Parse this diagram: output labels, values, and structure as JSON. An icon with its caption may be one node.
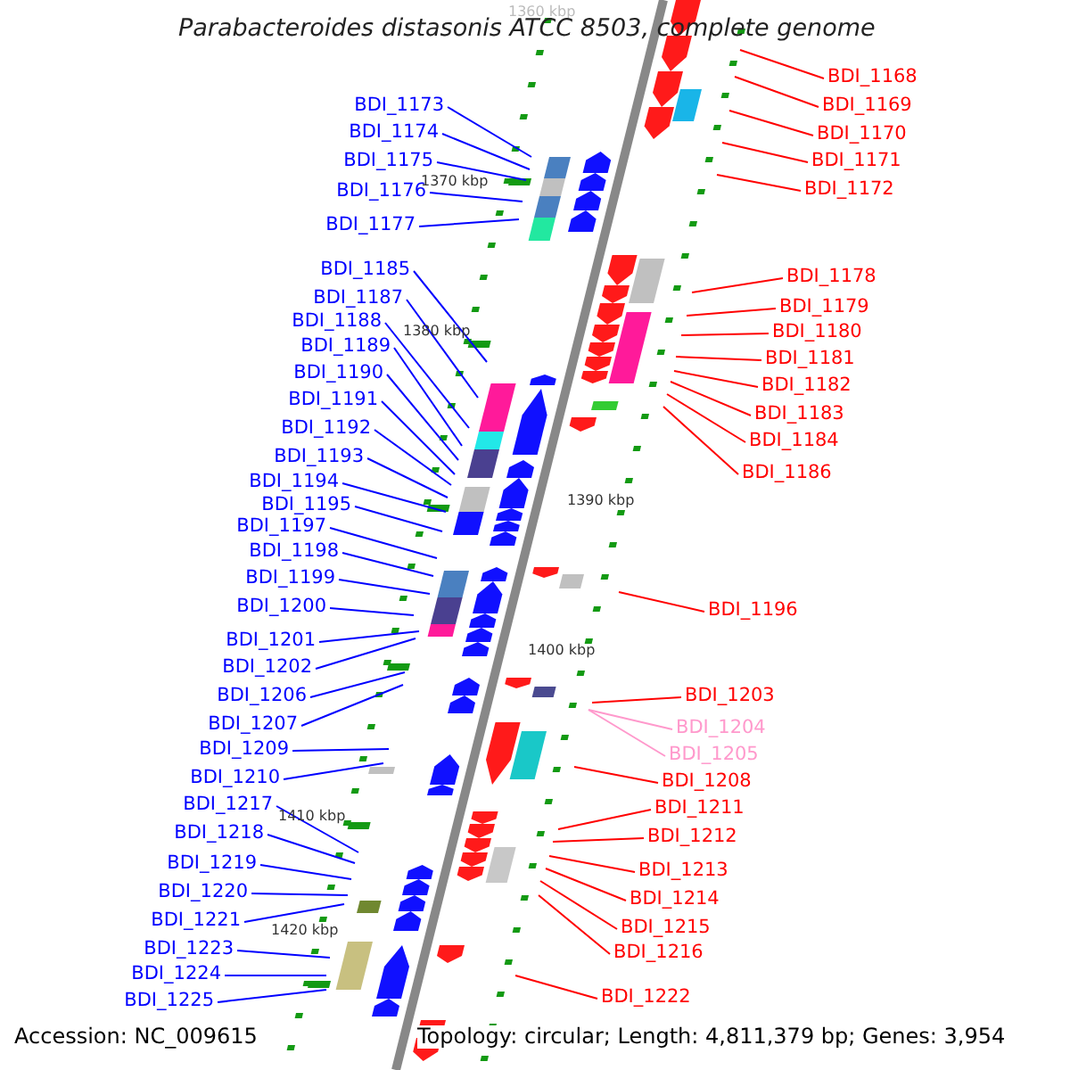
{
  "diagram": {
    "title": "Parabacteroides distasonis ATCC 8503, complete genome",
    "nodes": [
      {
        "text": [
          "BDI_1173"
        ]
      },
      {
        "text": [
          "BDI_1174"
        ]
      },
      {
        "text": [
          "BDI_1175"
        ]
      },
      {
        "text": [
          "BDI_1176"
        ]
      },
      {
        "text": [
          "BDI_1177"
        ]
      },
      {
        "text": [
          "BDI_1185"
        ]
      },
      {
        "text": [
          "BDI_1187"
        ]
      },
      {
        "text": [
          "BDI_1188"
        ]
      },
      {
        "text": [
          "BDI_1189"
        ]
      },
      {
        "text": [
          "BDI_1190"
        ]
      },
      {
        "text": [
          "BDI_1191"
        ]
      },
      {
        "text": [
          "BDI_1192"
        ]
      },
      {
        "text": [
          "BDI_1193"
        ]
      },
      {
        "text": [
          "BDI_1194"
        ]
      },
      {
        "text": [
          "BDI_1195"
        ]
      },
      {
        "text": [
          "BDI_1197"
        ]
      },
      {
        "text": [
          "BDI_1198"
        ]
      },
      {
        "text": [
          "BDI_1199"
        ]
      },
      {
        "text": [
          "BDI_1200"
        ]
      },
      {
        "text": [
          "BDI_1201"
        ]
      },
      {
        "text": [
          "BDI_1202"
        ]
      },
      {
        "text": [
          "BDI_1206"
        ]
      },
      {
        "text": [
          "BDI_1207"
        ]
      },
      {
        "text": [
          "BDI_1209"
        ]
      },
      {
        "text": [
          "BDI_1210"
        ]
      },
      {
        "text": [
          "BDI_1217"
        ]
      },
      {
        "text": [
          "BDI_1218"
        ]
      },
      {
        "text": [
          "BDI_1219"
        ]
      },
      {
        "text": [
          "BDI_1220"
        ]
      },
      {
        "text": [
          "BDI_1221"
        ]
      },
      {
        "text": [
          "BDI_1223"
        ]
      },
      {
        "text": [
          "BDI_1224"
        ]
      },
      {
        "text": [
          "BDI_1225"
        ]
      },
      {
        "text": [
          "BDI_1168"
        ]
      },
      {
        "text": [
          "BDI_1169"
        ]
      },
      {
        "text": [
          "BDI_1170"
        ]
      },
      {
        "text": [
          "BDI_1171"
        ]
      },
      {
        "text": [
          "BDI_1172"
        ]
      },
      {
        "text": [
          "BDI_1178"
        ]
      },
      {
        "text": [
          "BDI_1179"
        ]
      },
      {
        "text": [
          "BDI_1180"
        ]
      },
      {
        "text": [
          "BDI_1181"
        ]
      },
      {
        "text": [
          "BDI_1182"
        ]
      },
      {
        "text": [
          "BDI_1183"
        ]
      },
      {
        "text": [
          "BDI_1184"
        ]
      },
      {
        "text": [
          "BDI_1186"
        ]
      },
      {
        "text": [
          "BDI_1196"
        ]
      },
      {
        "text": [
          "BDI_1203"
        ]
      },
      {
        "text": [
          "BDI_1204"
        ]
      },
      {
        "text": [
          "BDI_1205"
        ]
      },
      {
        "text": [
          "BDI_1208"
        ]
      },
      {
        "text": [
          "BDI_1211"
        ]
      },
      {
        "text": [
          "BDI_1212"
        ]
      },
      {
        "text": [
          "BDI_1213"
        ]
      },
      {
        "text": [
          "BDI_1214"
        ]
      },
      {
        "text": [
          "BDI_1215"
        ]
      },
      {
        "text": [
          "BDI_1216"
        ]
      },
      {
        "text": [
          "BDI_1222"
        ]
      }
    ],
    "edges": [
      {
        "from": 0,
        "to": null,
        "arrow": "none"
      },
      {
        "from": 1,
        "to": null,
        "arrow": "none"
      },
      {
        "from": 2,
        "to": null,
        "arrow": "none"
      },
      {
        "from": 3,
        "to": null,
        "arrow": "none"
      },
      {
        "from": 4,
        "to": null,
        "arrow": "none"
      },
      {
        "from": 5,
        "to": null,
        "arrow": "none"
      },
      {
        "from": 6,
        "to": null,
        "arrow": "none"
      },
      {
        "from": 7,
        "to": null,
        "arrow": "none"
      },
      {
        "from": 8,
        "to": null,
        "arrow": "none"
      },
      {
        "from": 9,
        "to": null,
        "arrow": "none"
      },
      {
        "from": 10,
        "to": null,
        "arrow": "none"
      },
      {
        "from": 11,
        "to": null,
        "arrow": "none"
      },
      {
        "from": 12,
        "to": null,
        "arrow": "none"
      },
      {
        "from": 13,
        "to": null,
        "arrow": "none"
      },
      {
        "from": 14,
        "to": null,
        "arrow": "none"
      },
      {
        "from": 15,
        "to": null,
        "arrow": "none"
      },
      {
        "from": 16,
        "to": null,
        "arrow": "none"
      },
      {
        "from": 17,
        "to": null,
        "arrow": "none"
      },
      {
        "from": 18,
        "to": null,
        "arrow": "none"
      },
      {
        "from": 19,
        "to": null,
        "arrow": "none"
      },
      {
        "from": 20,
        "to": null,
        "arrow": "none"
      },
      {
        "from": 21,
        "to": null,
        "arrow": "none"
      },
      {
        "from": 22,
        "to": null,
        "arrow": "none"
      },
      {
        "from": 23,
        "to": null,
        "arrow": "none"
      },
      {
        "from": 24,
        "to": null,
        "arrow": "none"
      },
      {
        "from": 25,
        "to": null,
        "arrow": "none"
      },
      {
        "from": 26,
        "to": null,
        "arrow": "none"
      },
      {
        "from": 27,
        "to": null,
        "arrow": "none"
      },
      {
        "from": 28,
        "to": null,
        "arrow": "none"
      },
      {
        "from": 29,
        "to": null,
        "arrow": "none"
      },
      {
        "from": 30,
        "to": null,
        "arrow": "none"
      },
      {
        "from": 31,
        "to": null,
        "arrow": "none"
      },
      {
        "from": 32,
        "to": null,
        "arrow": "none"
      },
      {
        "from": 33,
        "to": null,
        "arrow": "none",
        "color": "#ff0000"
      },
      {
        "from": 34,
        "to": null,
        "arrow": "none",
        "color": "#ff0000"
      },
      {
        "from": 35,
        "to": null,
        "arrow": "none",
        "color": "#ff0000"
      },
      {
        "from": 36,
        "to": null,
        "arrow": "none",
        "color": "#ff0000"
      },
      {
        "from": 37,
        "to": null,
        "arrow": "none",
        "color": "#ff0000"
      },
      {
        "from": 38,
        "to": null,
        "arrow": "none",
        "color": "#ff0000"
      },
      {
        "from": 39,
        "to": null,
        "arrow": "none",
        "color": "#ff0000"
      },
      {
        "from": 40,
        "to": null,
        "arrow": "none",
        "color": "#ff0000"
      },
      {
        "from": 41,
        "to": null,
        "arrow": "none",
        "color": "#ff0000"
      },
      {
        "from": 42,
        "to": null,
        "arrow": "none",
        "color": "#ff0000"
      },
      {
        "from": 43,
        "to": null,
        "arrow": "none",
        "color": "#ff0000"
      },
      {
        "from": 44,
        "to": null,
        "arrow": "none",
        "color": "#ff0000"
      },
      {
        "from": 45,
        "to": null,
        "arrow": "none",
        "color": "#ff0000"
      },
      {
        "from": 46,
        "to": null,
        "arrow": "none",
        "color": "#ff0000"
      },
      {
        "from": 47,
        "to": null,
        "arrow": "none",
        "color": "#ff0000"
      },
      {
        "from": 48,
        "to": null,
        "arrow": "none",
        "color": "#ff99cc"
      },
      {
        "from": 49,
        "to": null,
        "arrow": "none",
        "color": "#ff99cc"
      },
      {
        "from": 50,
        "to": null,
        "arrow": "none",
        "color": "#ff0000"
      },
      {
        "from": 51,
        "to": null,
        "arrow": "none",
        "color": "#ff0000"
      },
      {
        "from": 52,
        "to": null,
        "arrow": "none",
        "color": "#ff0000"
      },
      {
        "from": 53,
        "to": null,
        "arrow": "none",
        "color": "#ff0000"
      },
      {
        "from": 54,
        "to": null,
        "arrow": "none",
        "color": "#ff0000"
      },
      {
        "from": 55,
        "to": null,
        "arrow": "none",
        "color": "#ff0000"
      },
      {
        "from": 56,
        "to": null,
        "arrow": "none",
        "color": "#ff0000"
      },
      {
        "from": 57,
        "to": null,
        "arrow": "none",
        "color": "#ff0000"
      }
    ],
    "labels": [
      "1360 kbp",
      "1370 kbp",
      "1380 kbp",
      "1390 kbp",
      "1400 kbp",
      "1410 kbp",
      "1420 kbp",
      "Accession: NC_009615",
      "Topology: circular; Length: 4,811,379 bp; Genes: 3,954"
    ]
  }
}
